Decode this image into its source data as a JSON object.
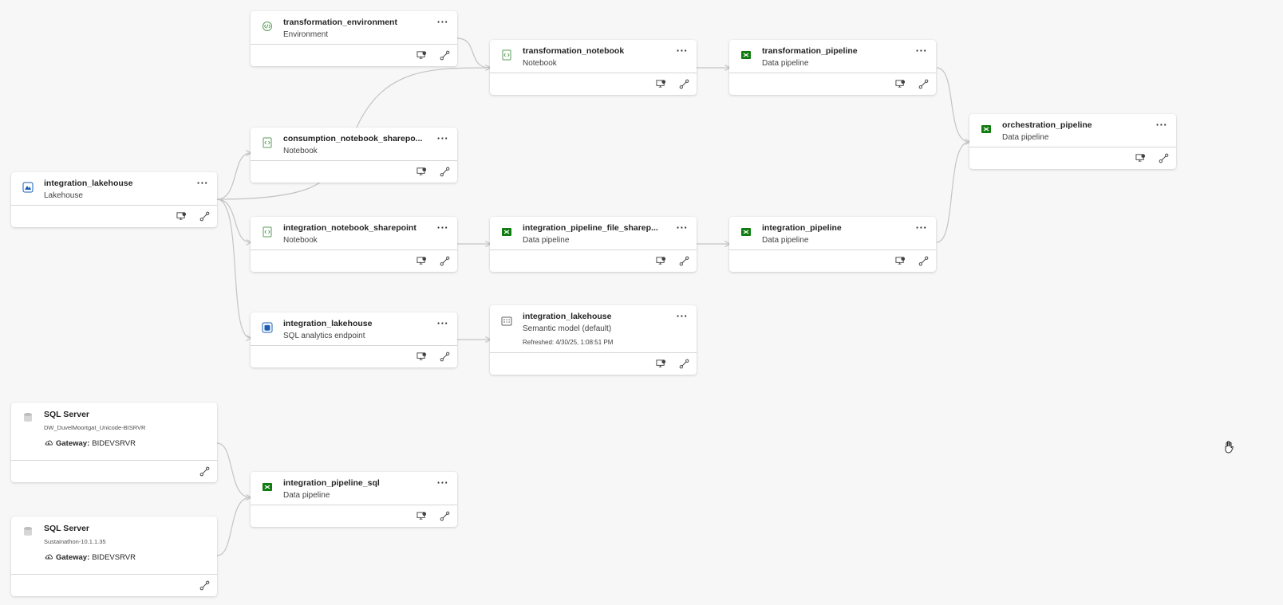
{
  "colors": {
    "background": "#f7f7f7",
    "edge": "#c4c4c4",
    "lakehouse_icon": "#1a5fb4",
    "pipeline_icon": "#107c10",
    "notebook_icon": "#5a9c5a"
  },
  "actions": {
    "more_label": "···",
    "impact_icon": "impact-analysis-icon",
    "lineage_icon": "lineage-icon"
  },
  "nodes": {
    "transformation_environment": {
      "title": "transformation_environment",
      "type": "Environment",
      "icon": "environment-icon"
    },
    "transformation_notebook": {
      "title": "transformation_notebook",
      "type": "Notebook",
      "icon": "notebook-icon"
    },
    "transformation_pipeline": {
      "title": "transformation_pipeline",
      "type": "Data pipeline",
      "icon": "pipeline-icon"
    },
    "orchestration_pipeline": {
      "title": "orchestration_pipeline",
      "type": "Data pipeline",
      "icon": "pipeline-icon"
    },
    "consumption_notebook": {
      "title": "consumption_notebook_sharepo...",
      "type": "Notebook",
      "icon": "notebook-icon"
    },
    "integration_lakehouse": {
      "title": "integration_lakehouse",
      "type": "Lakehouse",
      "icon": "lakehouse-icon"
    },
    "integration_notebook_sharepoint": {
      "title": "integration_notebook_sharepoint",
      "type": "Notebook",
      "icon": "notebook-icon"
    },
    "integration_pipeline_file": {
      "title": "integration_pipeline_file_sharep...",
      "type": "Data pipeline",
      "icon": "pipeline-icon"
    },
    "integration_pipeline": {
      "title": "integration_pipeline",
      "type": "Data pipeline",
      "icon": "pipeline-icon"
    },
    "sql_endpoint": {
      "title": "integration_lakehouse",
      "type": "SQL analytics endpoint",
      "icon": "sql-endpoint-icon"
    },
    "semantic_model": {
      "title": "integration_lakehouse",
      "type": "Semantic model (default)",
      "refreshed": "Refreshed: 4/30/25, 1:08:51 PM",
      "icon": "semantic-model-icon"
    },
    "integration_pipeline_sql": {
      "title": "integration_pipeline_sql",
      "type": "Data pipeline",
      "icon": "pipeline-icon"
    }
  },
  "sources": {
    "sql_server_1": {
      "title": "SQL Server",
      "server": "DW_DuvelMoortgat_Unicode-BISRVR",
      "gateway_label": "Gateway:",
      "gateway_value": "BIDEVSRVR",
      "icon": "database-icon"
    },
    "sql_server_2": {
      "title": "SQL Server",
      "server": "Sustainathon-10.1.1.35",
      "gateway_label": "Gateway:",
      "gateway_value": "BIDEVSRVR",
      "icon": "database-icon"
    }
  },
  "cursor": {
    "icon": "hand-pan-cursor-icon"
  }
}
